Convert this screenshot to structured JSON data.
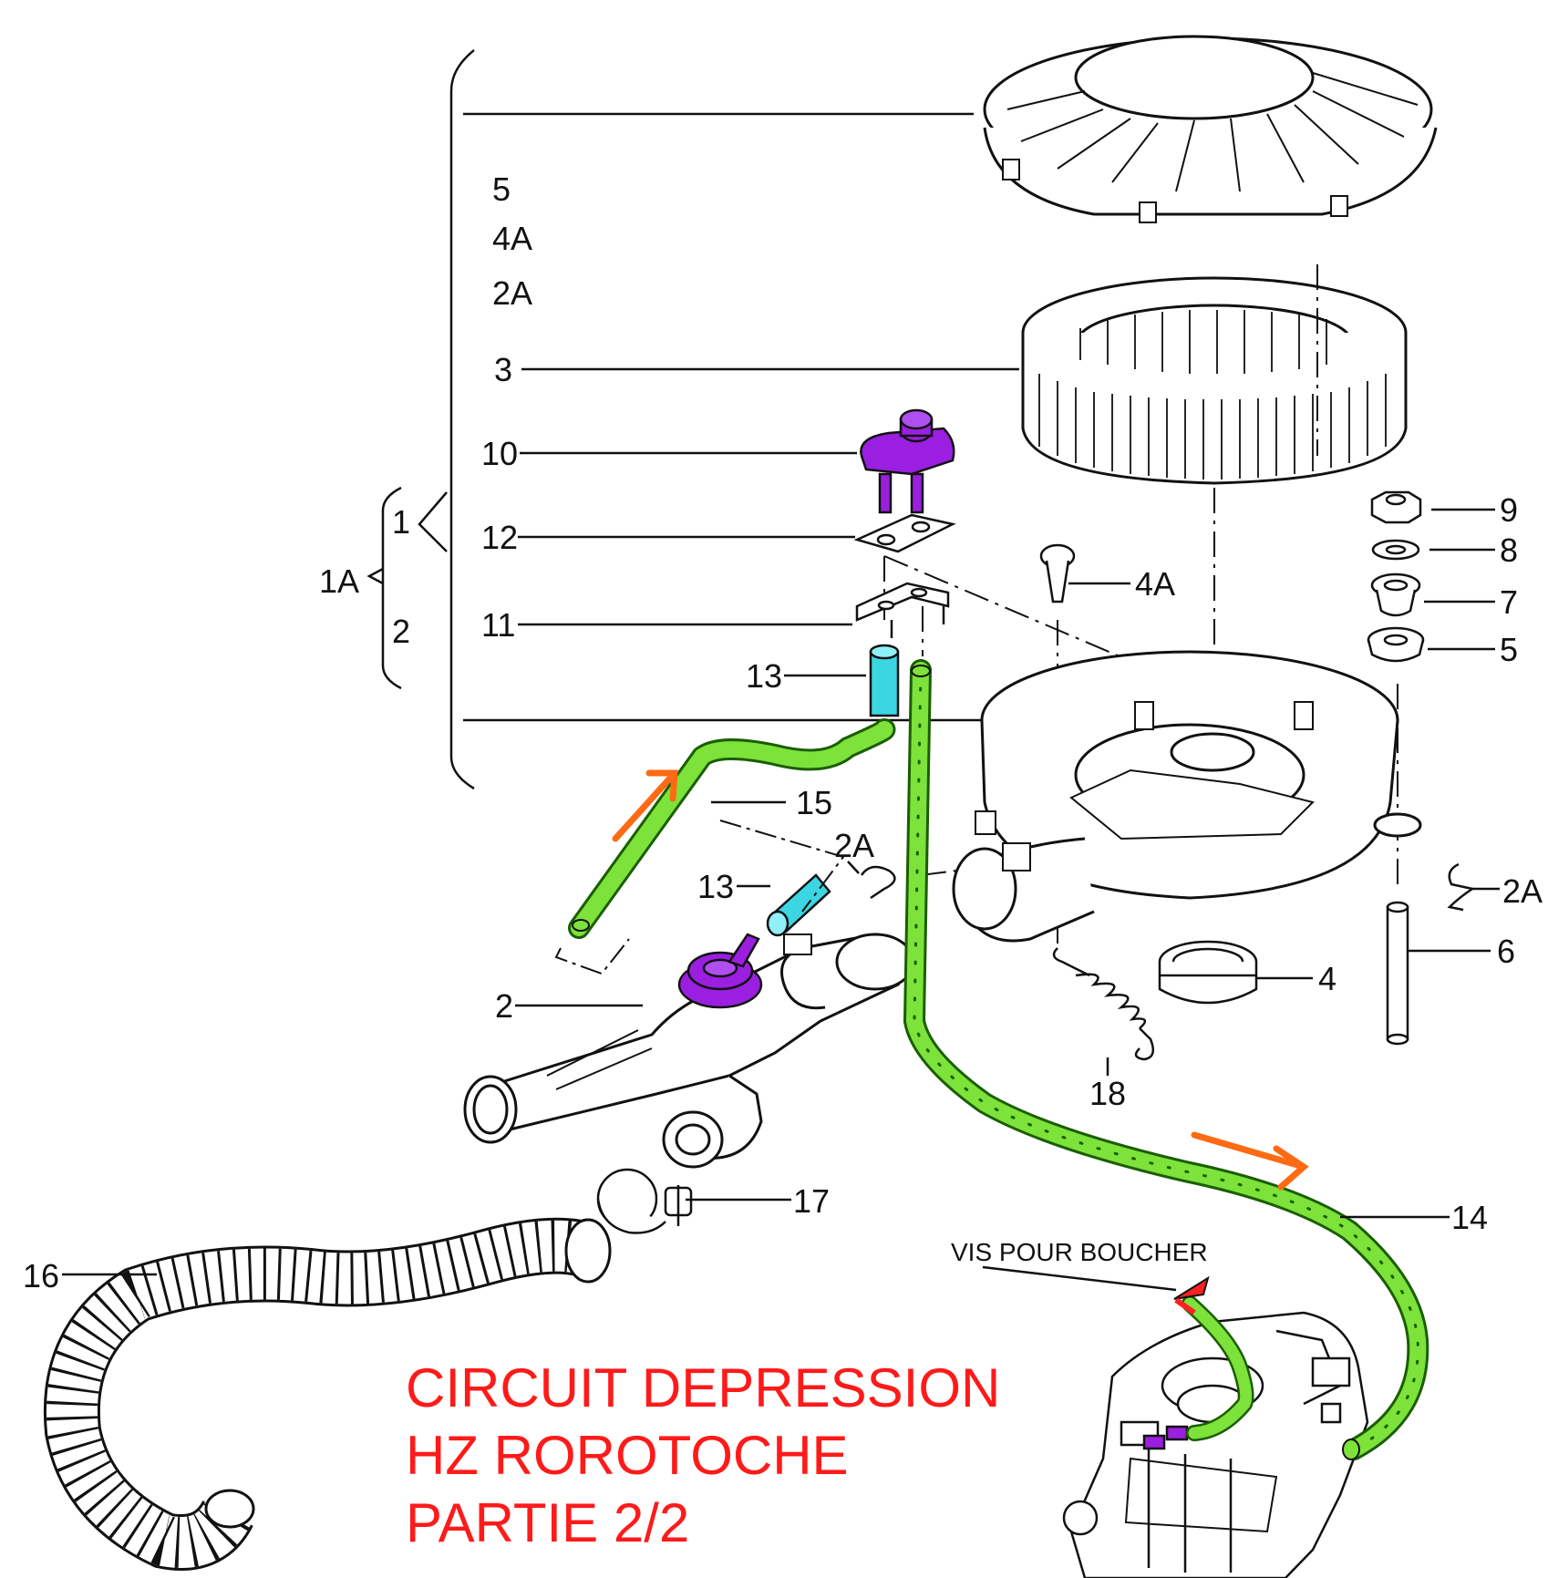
{
  "labels": {
    "l5": "5",
    "l4a": "4A",
    "l2a": "2A",
    "l3": "3",
    "l10": "10",
    "l12": "12",
    "l11": "11",
    "l1a": "1A",
    "l1": "1",
    "l2sub": "2",
    "l13a": "13",
    "l15": "15",
    "l2a_mid": "2A",
    "l13b": "13",
    "l2": "2",
    "l17": "17",
    "l16": "16",
    "l14": "14",
    "l9": "9",
    "l8": "8",
    "l7": "7",
    "l5r": "5",
    "l4ar": "4A",
    "l2ar": "2A",
    "l6": "6",
    "l4": "4",
    "l18": "18"
  },
  "note_screw": "VIS POUR BOUCHER",
  "title_lines": [
    "CIRCUIT DEPRESSION",
    "HZ ROROTOCHE",
    "PARTIE 2/2"
  ],
  "colors": {
    "hose": "#7de23a",
    "hose_outline": "#1a5e00",
    "sleeve": "#3cd6e3",
    "valve": "#9a1fe0",
    "arrow": "#ff6a13",
    "screw": "#ff2020",
    "title": "#ff1a1a",
    "line": "#111111"
  }
}
